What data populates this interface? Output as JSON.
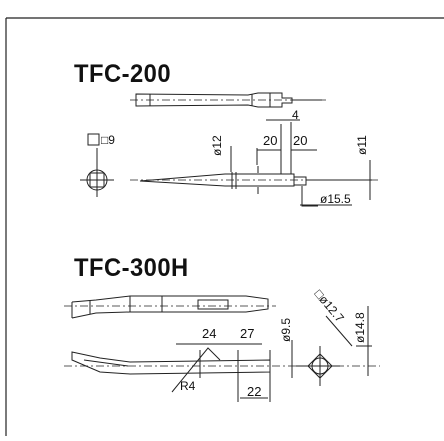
{
  "sections": [
    {
      "model": "TFC-200",
      "dimensions": {
        "square": "□9",
        "length_a": "20",
        "length_b": "20",
        "offset": "4",
        "diameter_shank": "ø12",
        "diameter_tip": "ø11",
        "diameter_collar": "ø15.5"
      }
    },
    {
      "model": "TFC-300H",
      "dimensions": {
        "length_a": "24",
        "length_b": "27",
        "length_c": "22",
        "radius": "R4",
        "diameter_shank": "ø9.5",
        "diameter_body": "ø14.8",
        "square": "□ø12.7"
      }
    }
  ]
}
